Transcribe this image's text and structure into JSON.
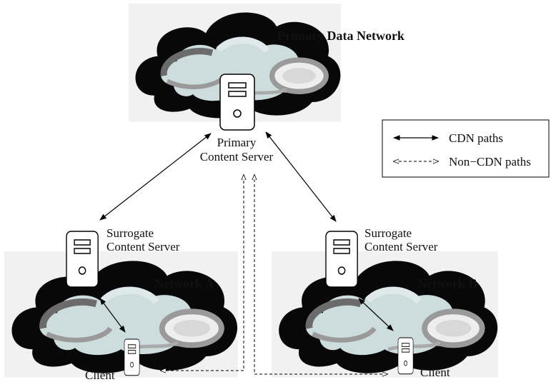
{
  "networks": {
    "primary": "Primary Data Network",
    "a": "Network A",
    "b": "Network B"
  },
  "servers": {
    "primary_line1": "Primary",
    "primary_line2": "Content Server",
    "surrogate_a_line1": "Surrogate",
    "surrogate_a_line2": "Content Server",
    "surrogate_b_line1": "Surrogate",
    "surrogate_b_line2": "Content Server",
    "client_a": "Client",
    "client_b": "Client"
  },
  "legend": {
    "cdn": "CDN paths",
    "non_cdn": "Non−CDN paths"
  },
  "icons": {
    "server": "server-tower-icon",
    "cloud": "cloud-icon"
  }
}
